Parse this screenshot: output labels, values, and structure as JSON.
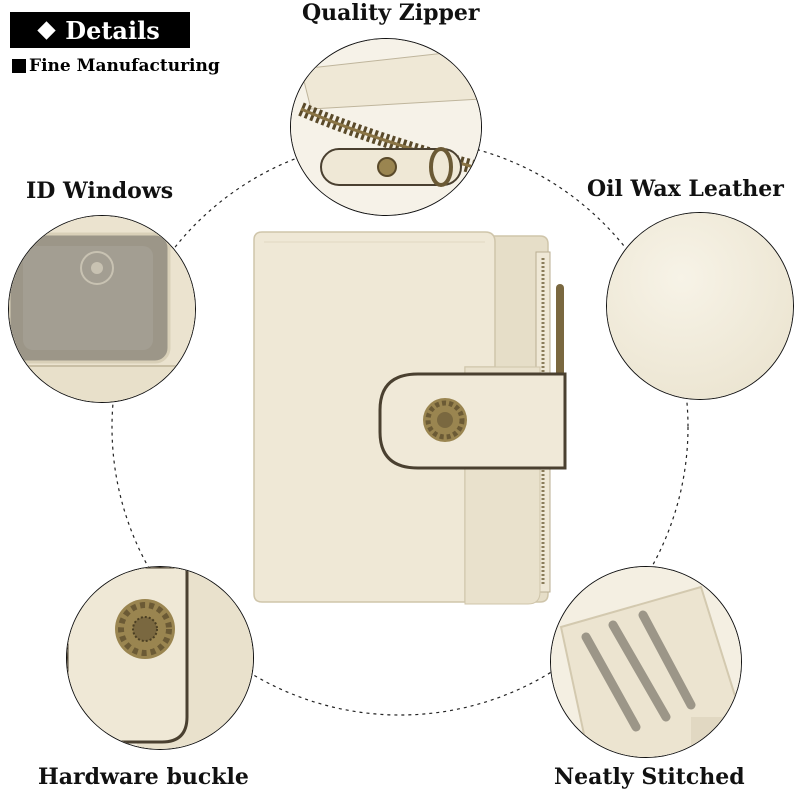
{
  "header": {
    "badge_text": "Details",
    "subtitle": "Fine Manufacturing"
  },
  "labels": {
    "quality_zipper": "Quality Zipper",
    "id_windows": "ID Windows",
    "oil_wax_leather": "Oil Wax Leather",
    "hardware_buckle": "Hardware buckle",
    "neatly_stitched": "Neatly Stitched"
  },
  "colors": {
    "leather": "#efe8d6",
    "leather_shadow": "#d9d0b8",
    "edge": "#4a4030",
    "brass": "#9a8550",
    "window": "#9c9688"
  }
}
